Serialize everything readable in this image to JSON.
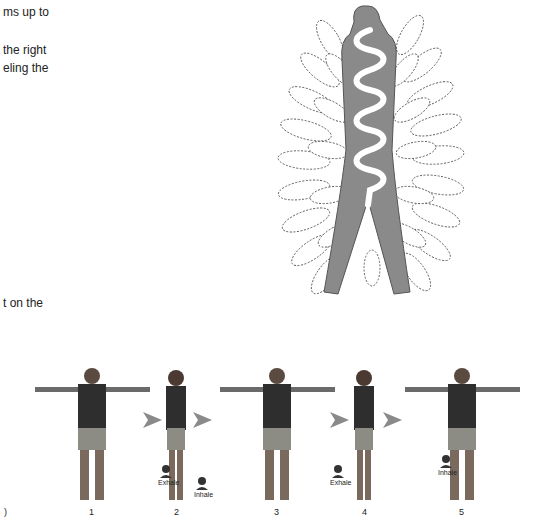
{
  "diagram": {
    "labels": [
      "ms up to",
      "the right",
      "eling the",
      "t on the",
      "Exhale",
      "Inhale",
      "Exhale",
      "Inhale",
      "1",
      "2",
      "3",
      "4",
      "5",
      ")"
    ]
  }
}
